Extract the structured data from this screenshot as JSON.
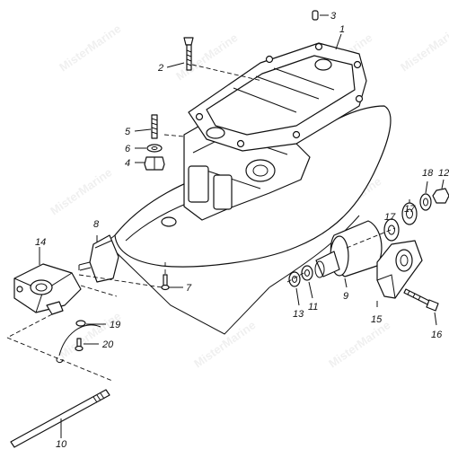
{
  "watermark": "MisterMarine",
  "callouts": {
    "c1": "1",
    "c2": "2",
    "c3": "3",
    "c4": "4",
    "c5": "5",
    "c6": "6",
    "c7": "7",
    "c8": "8",
    "c9": "9",
    "c10": "10",
    "c11": "11",
    "c12": "12",
    "c13": "13",
    "c14": "14",
    "c15": "15",
    "c16": "16",
    "c17a": "17",
    "c17b": "17",
    "c18": "18",
    "c19": "19",
    "c20": "20"
  }
}
